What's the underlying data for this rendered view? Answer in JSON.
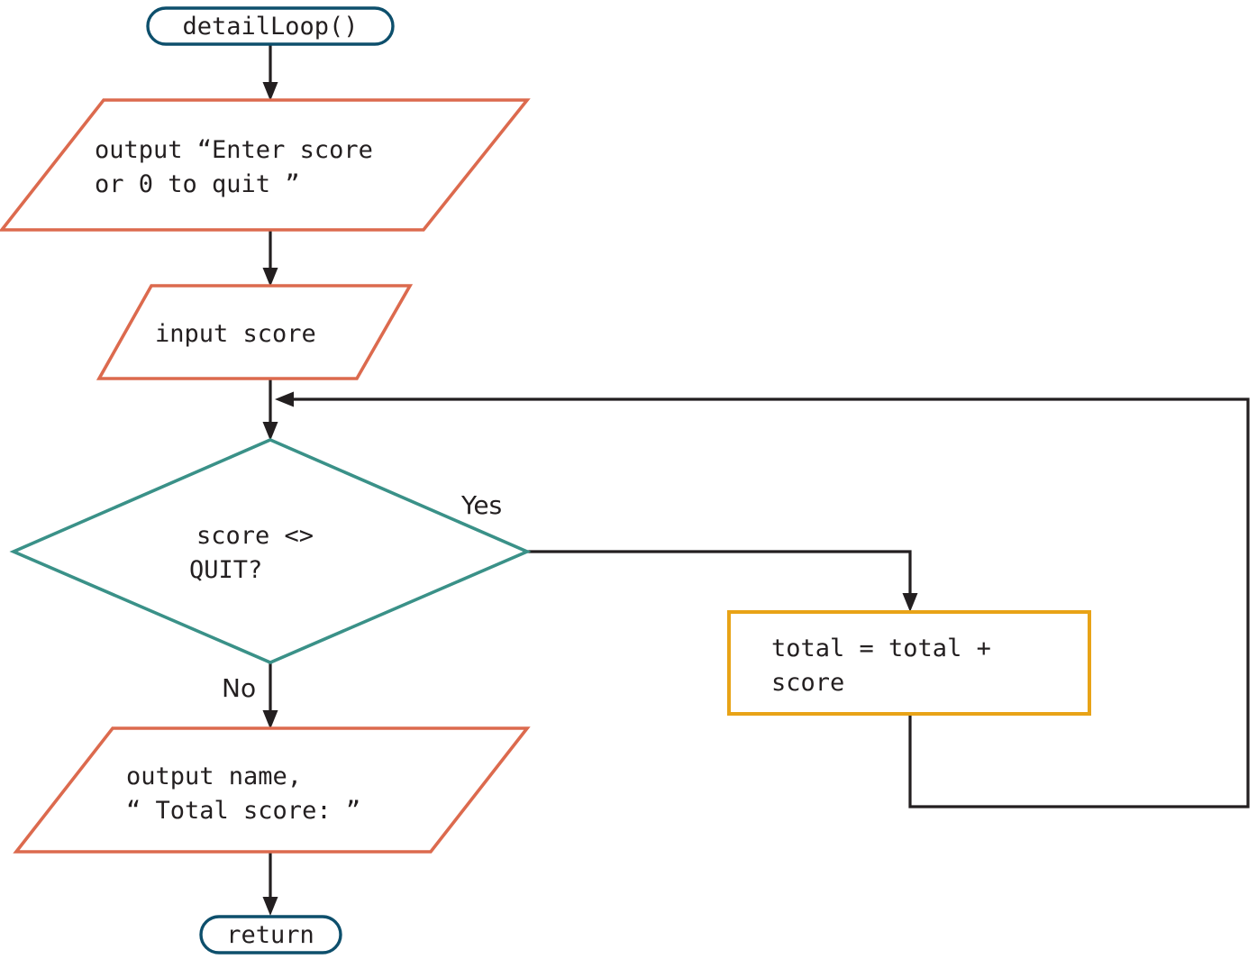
{
  "diagram": {
    "type": "flowchart",
    "title": "detailLoop() flowchart",
    "colors": {
      "terminal_stroke": "#0D4F6C",
      "io_stroke": "#DC6A4E",
      "decision_stroke": "#3A9188",
      "process_stroke": "#E8A317",
      "connector": "#231F20",
      "text": "#231F20",
      "background": "#FFFFFF"
    },
    "nodes": {
      "start": {
        "shape": "terminal",
        "label": "detailLoop()"
      },
      "output_prompt": {
        "shape": "parallelogram",
        "line1": "output “Enter score",
        "line2": "or 0 to quit ”"
      },
      "input_score": {
        "shape": "parallelogram",
        "line1": "input score"
      },
      "decision": {
        "shape": "diamond",
        "line1": "score <>",
        "line2": "QUIT?"
      },
      "process_total": {
        "shape": "rectangle",
        "line1": "total = total +",
        "line2": "score"
      },
      "output_total": {
        "shape": "parallelogram",
        "line1": "output name,",
        "line2": "“ Total score: ”"
      },
      "end": {
        "shape": "terminal",
        "label": "return"
      }
    },
    "edge_labels": {
      "yes": "Yes",
      "no": "No"
    }
  }
}
